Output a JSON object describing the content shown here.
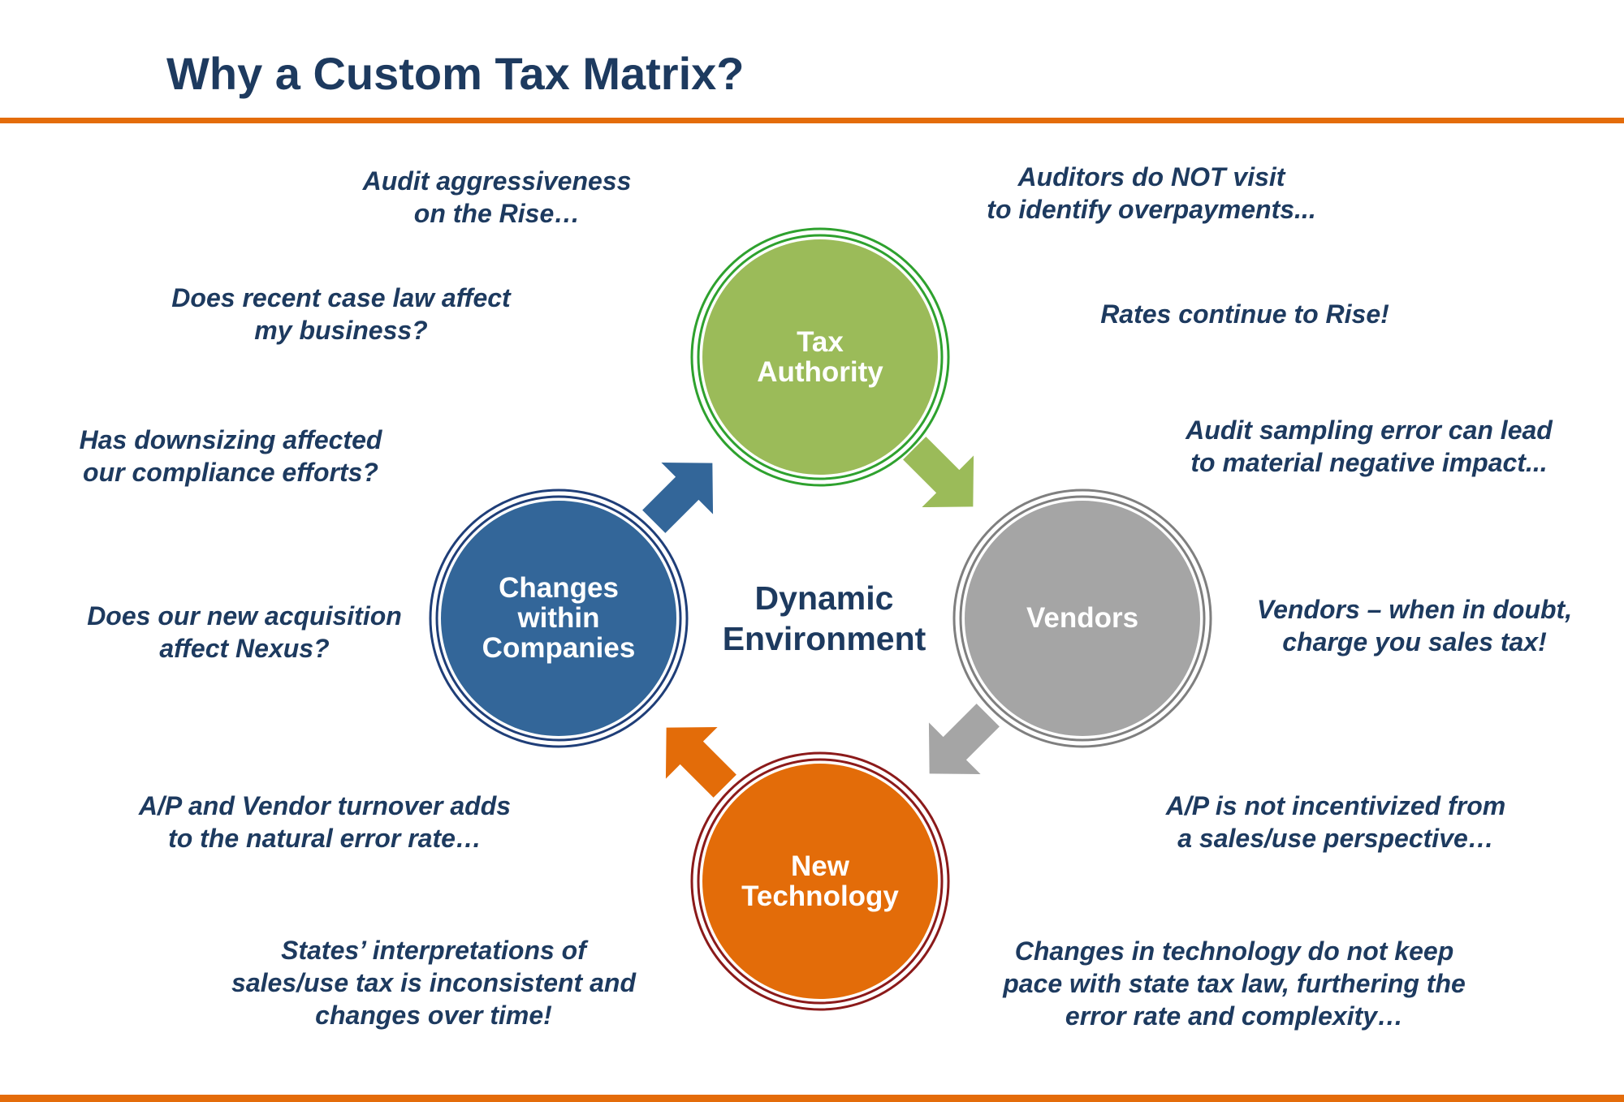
{
  "title": "Why a Custom Tax Matrix?",
  "colors": {
    "navy_text": "#1d3a5f",
    "orange_rule": "#e46c0a",
    "green": "#9bbb59",
    "green_ring": "#2ea12e",
    "gray": "#a5a5a5",
    "gray_ring": "#7f7f7f",
    "orange": "#e36c09",
    "orange_ring": "#8b1a1a",
    "blue": "#336699",
    "blue_ring": "#1f3e78"
  },
  "diagram": {
    "center_label": "Dynamic\nEnvironment",
    "nodes": {
      "tax_authority": "Tax\nAuthority",
      "vendors": "Vendors",
      "new_technology": "New\nTechnology",
      "changes_within_companies": "Changes\nwithin\nCompanies"
    },
    "arrows": [
      "tax-to-vendors-arrow",
      "vendors-to-technology-arrow",
      "technology-to-companies-arrow",
      "companies-to-tax-arrow"
    ]
  },
  "notes": {
    "audit_aggressiveness": "Audit aggressiveness\non the Rise…",
    "case_law": "Does recent case law affect\nmy business?",
    "downsizing": "Has downsizing affected\nour compliance efforts?",
    "acquisition": "Does our new acquisition\naffect Nexus?",
    "ap_vendor_turnover": "A/P and Vendor turnover adds\nto the natural error rate…",
    "states_interpretations": "States’ interpretations of\nsales/use tax is inconsistent and\nchanges over time!",
    "auditors_overpayments": "Auditors do NOT visit\nto identify overpayments...",
    "rates_rise": "Rates continue to Rise!",
    "audit_sampling": "Audit sampling error can lead\nto material negative impact...",
    "vendors_doubt": "Vendors – when in doubt,\ncharge you sales tax!",
    "ap_not_incentivized": "A/P is not incentivized from\na sales/use perspective…",
    "technology_pace": "Changes in technology do not keep\npace with state tax law, furthering the\nerror rate and complexity…"
  }
}
